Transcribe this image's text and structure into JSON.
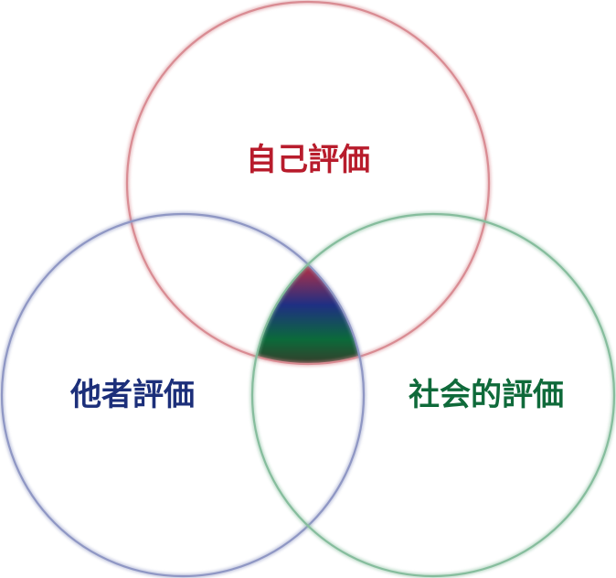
{
  "diagram": {
    "type": "venn-3",
    "circles": [
      {
        "id": "self",
        "label": "自己評価",
        "color": "#b81c2c",
        "ring_color": "#d98c93"
      },
      {
        "id": "others",
        "label": "他者評価",
        "color": "#1c2f7a",
        "ring_color": "#8f97c4"
      },
      {
        "id": "social",
        "label": "社会的評価",
        "color": "#0f6a3a",
        "ring_color": "#86bd9d"
      }
    ],
    "center_gradient": [
      "#c8303c",
      "#1f2f83",
      "#0b6a3a",
      "#3a3a2a"
    ]
  }
}
